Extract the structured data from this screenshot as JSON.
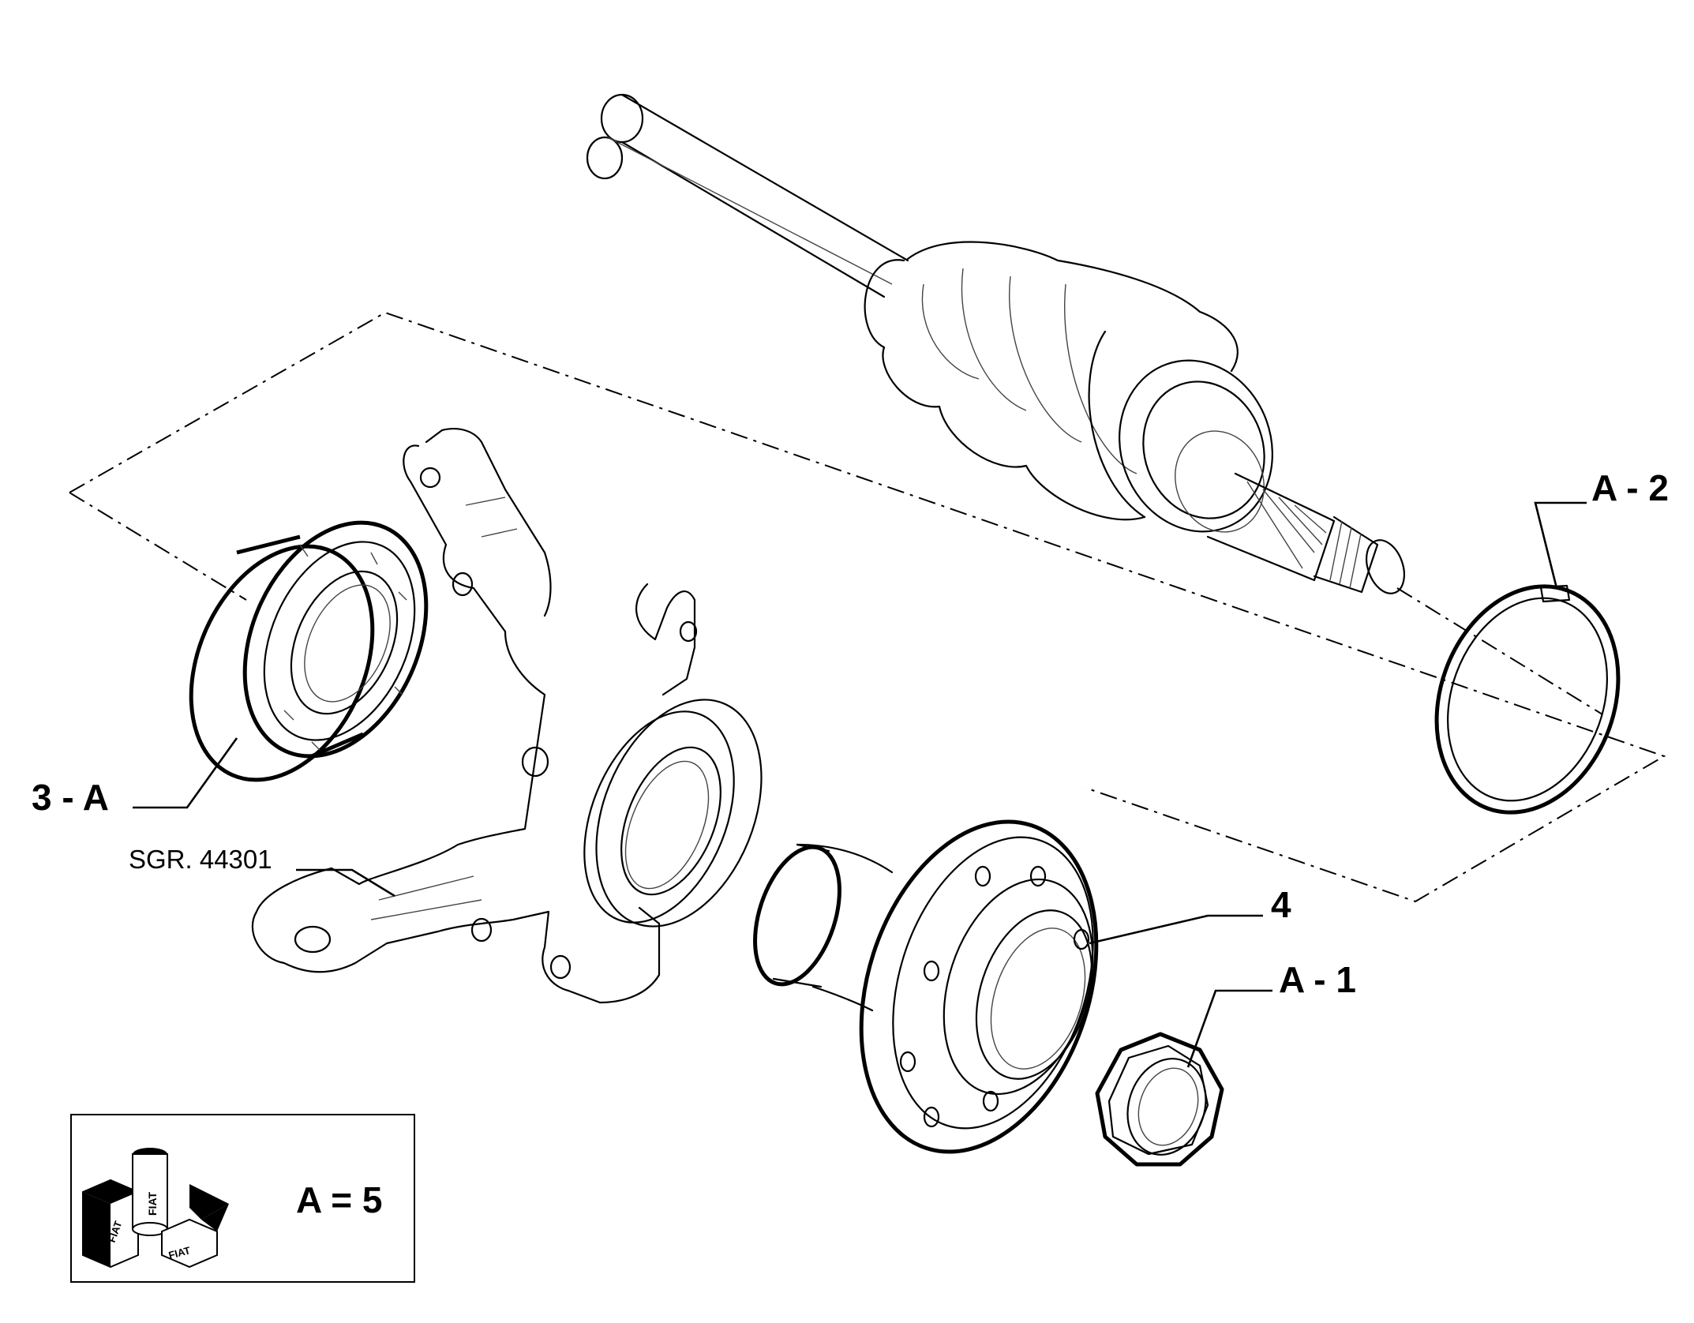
{
  "callouts": {
    "bearing": "3 - A",
    "tool": "SGR. 44301",
    "hub": "4",
    "nut": "A - 1",
    "circlip": "A - 2"
  },
  "legend": {
    "text": "A = 5",
    "icon": "fiat-lubricant-kit-icon",
    "can_label": "FIAT",
    "box_label_1": "FIAT",
    "box_label_2": "FIAT"
  }
}
